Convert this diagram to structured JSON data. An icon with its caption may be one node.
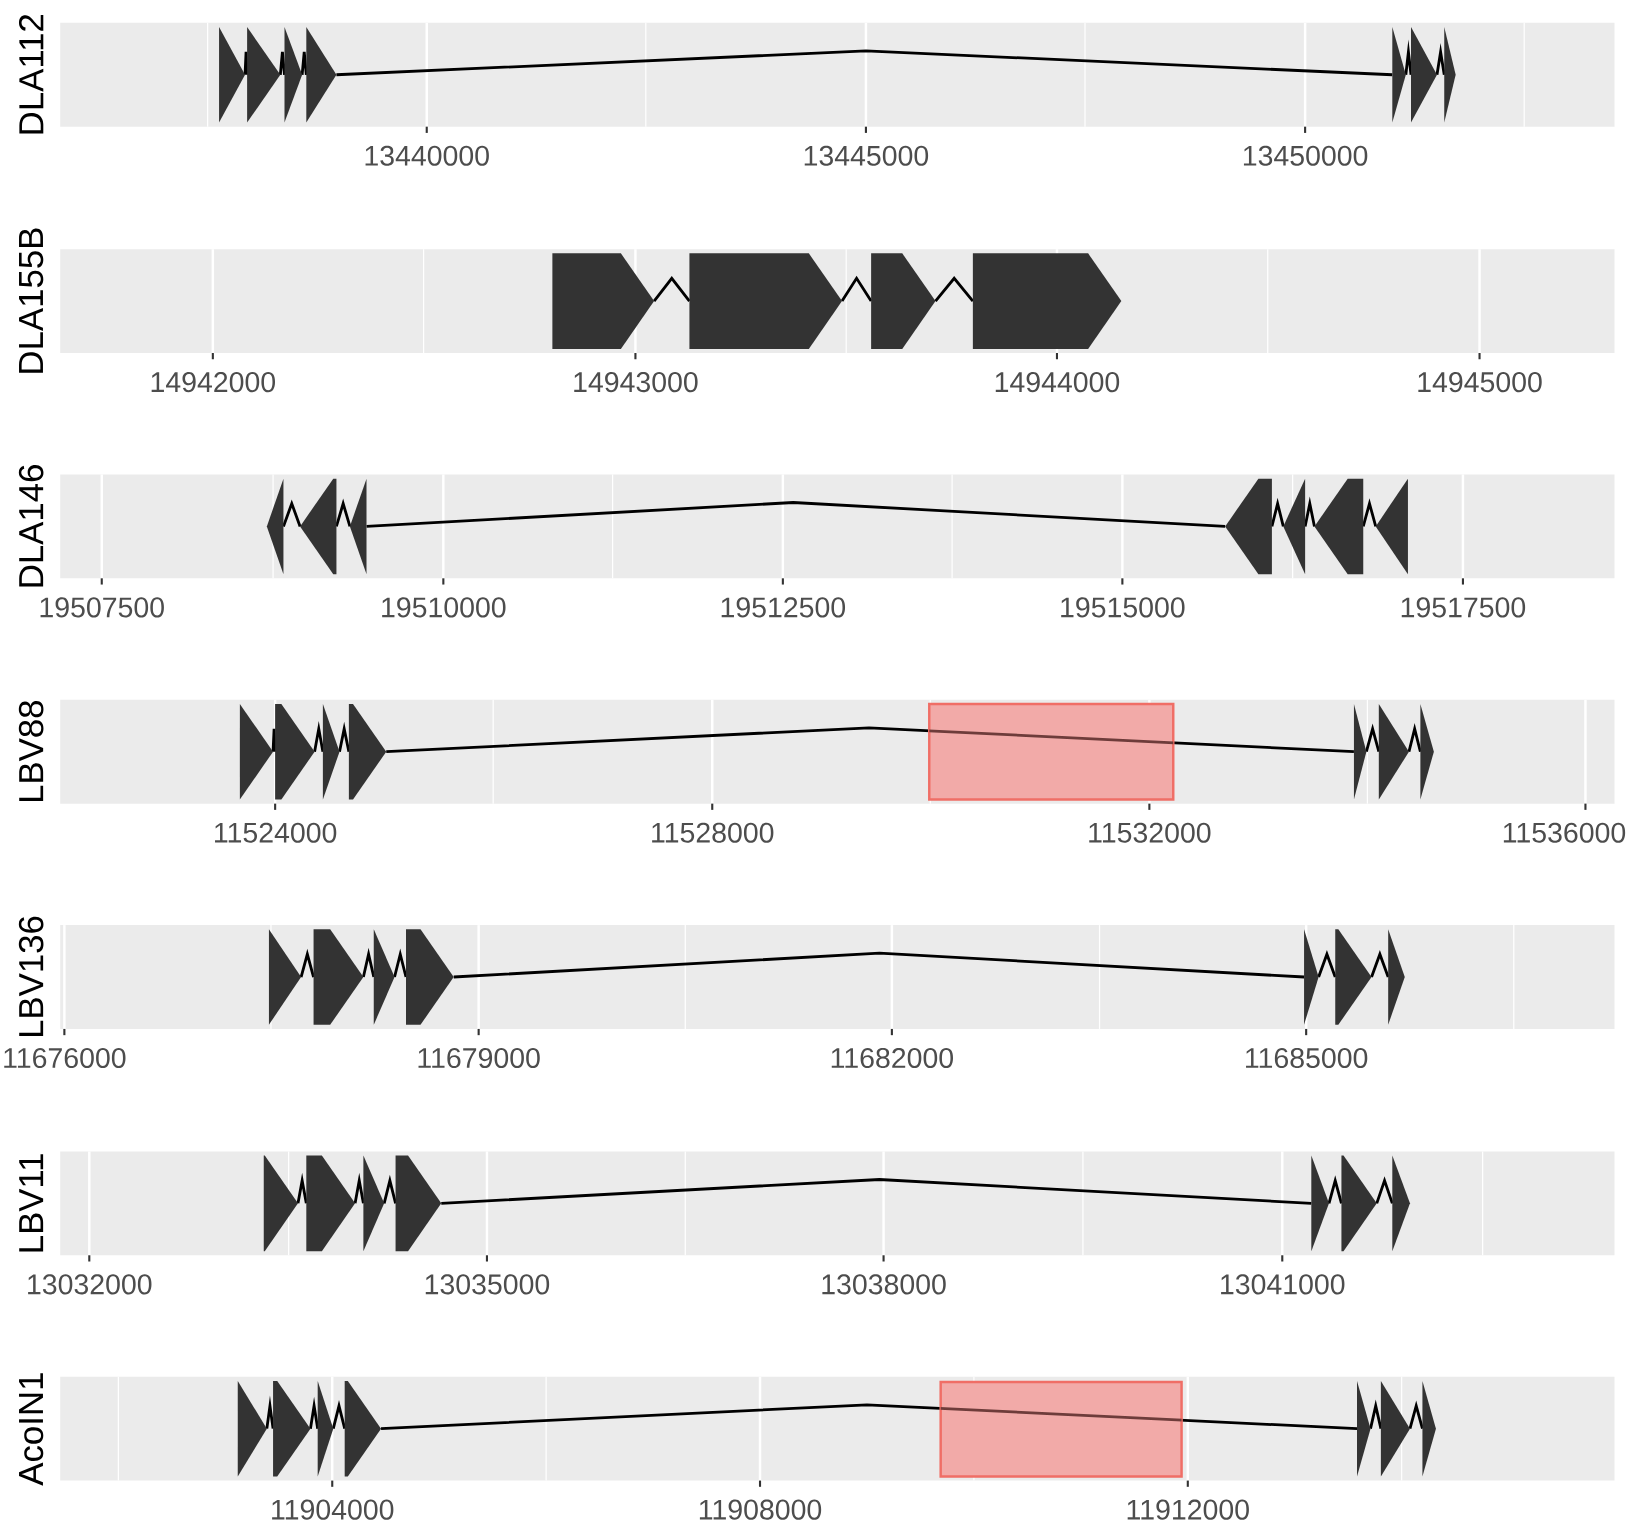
{
  "diagram": {
    "nodes": [
      {
        "text": [
          "DLA112"
        ],
        "beside": [
          "13440000",
          "13445000",
          "13450000"
        ]
      },
      {
        "text": [
          "DLA155B"
        ],
        "beside": [
          "14942000",
          "14943000",
          "14944000",
          "14945000"
        ]
      },
      {
        "text": [
          "DLA146"
        ],
        "beside": [
          "19507500",
          "19510000",
          "19512500",
          "19515000",
          "19517500"
        ]
      },
      {
        "text": [
          "LBV88"
        ],
        "beside": [
          "11524000",
          "11528000",
          "11532000",
          "11536000"
        ]
      },
      {
        "text": [
          "LBV136"
        ],
        "beside": [
          "11676000",
          "11679000",
          "11682000",
          "11685000"
        ]
      },
      {
        "text": [
          "LBV11"
        ],
        "beside": [
          "13032000",
          "13035000",
          "13038000",
          "13041000"
        ]
      },
      {
        "text": [
          "AcoIN1"
        ],
        "beside": [
          "11904000",
          "11908000",
          "11912000"
        ]
      }
    ]
  }
}
